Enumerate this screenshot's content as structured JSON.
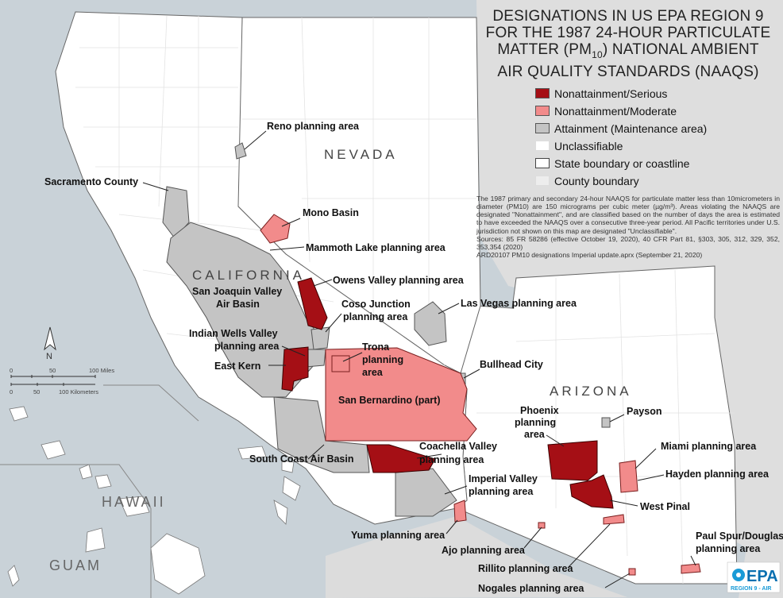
{
  "title": {
    "line1": "DESIGNATIONS IN US EPA REGION 9",
    "line2": "FOR THE 1987 24-HOUR PARTICULATE",
    "line3_pre": "MATTER (PM",
    "line3_sub": "10",
    "line3_post": ") NATIONAL AMBIENT",
    "line4": "AIR QUALITY STANDARDS (NAAQS)"
  },
  "legend": {
    "items": [
      {
        "label": "Nonattainment/Serious",
        "color": "#a50f15"
      },
      {
        "label": "Nonattainment/Moderate",
        "color": "#f28b8b"
      },
      {
        "label": "Attainment (Maintenance area)",
        "color": "#c4c4c4"
      },
      {
        "label": "Unclassifiable",
        "color": "#ffffff"
      },
      {
        "label": "State boundary or coastline",
        "color": "#ffffff"
      },
      {
        "label": "County boundary",
        "color": "#ededed"
      }
    ]
  },
  "description": {
    "para": "The 1987 primary and secondary 24-hour NAAQS for particulate matter less than 10micrometers in diameter (PM10) are 150 micrograms per cubic meter (µg/m³). Areas violating the NAAQS are designated \"Nonattainment\", and are classified based on the number of days the area is estimated to have exceeded the NAAQS over a consecutive three-year period. All Pacific territories under U.S. jurisdiction not shown on this map are designated \"Unclassifiable\".",
    "sources": "Sources: 85 FR 58286 (effective October 19, 2020), 40 CFR Part 81, §303, 305, 312, 329, 352, 353,354 (2020)",
    "file": "ARD20107 PM10 designations Imperial update.aprx (September 21, 2020)"
  },
  "states": {
    "nevada": "NEVADA",
    "california": "CALIFORNIA",
    "arizona": "ARIZONA",
    "hawaii": "HAWAII",
    "guam": "GUAM"
  },
  "area_labels": {
    "reno": "Reno planning area",
    "sacramento": "Sacramento County",
    "mono": "Mono Basin",
    "mammoth": "Mammoth Lake planning area",
    "owens": "Owens Valley planning area",
    "sjv1": "San Joaquin Valley",
    "sjv2": "Air Basin",
    "coso1": "Coso Junction",
    "coso2": "planning area",
    "lasvegas": "Las Vegas planning area",
    "indian1": "Indian Wells Valley",
    "indian2": "planning area",
    "trona1": "Trona",
    "trona2": "planning",
    "trona3": "area",
    "eastkern": "East Kern",
    "bullhead": "Bullhead City",
    "sanbern": "San Bernardino (part)",
    "phoenix1": "Phoenix",
    "phoenix2": "planning",
    "phoenix3": "area",
    "payson": "Payson",
    "coachella1": "Coachella Valley",
    "coachella2": "planning area",
    "miami": "Miami planning area",
    "southcoast": "South Coast Air Basin",
    "imperial1": "Imperial Valley",
    "imperial2": "planning area",
    "hayden": "Hayden planning area",
    "westpinal": "West Pinal",
    "yuma": "Yuma planning area",
    "ajo": "Ajo planning area",
    "paulspur1": "Paul Spur/Douglas",
    "paulspur2": "planning area",
    "rillito": "Rillito planning area",
    "nogales": "Nogales planning area"
  },
  "north_arrow": "N",
  "scale": {
    "miles": [
      "0",
      "50",
      "100 Miles"
    ],
    "km": [
      "0",
      "50",
      "100 Kilometers"
    ]
  },
  "logo": {
    "name": "EPA",
    "sub": "REGION 9 - AIR"
  }
}
